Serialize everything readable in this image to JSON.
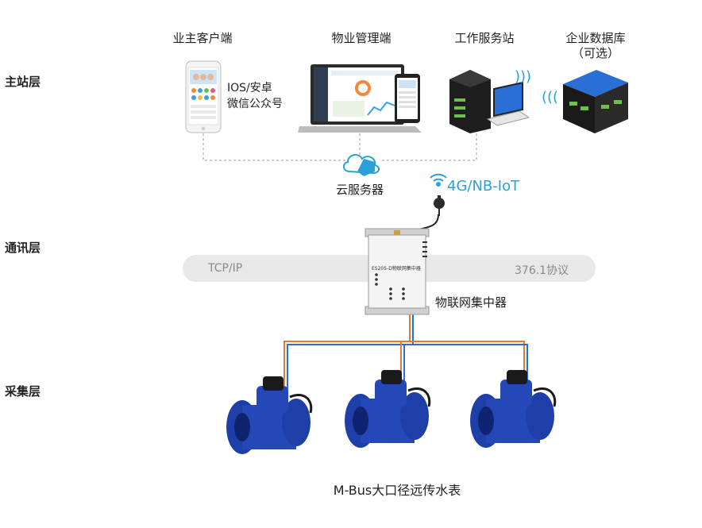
{
  "layers": {
    "master": "主站层",
    "comm": "通讯层",
    "collect": "采集层"
  },
  "devices": {
    "owner": "业主客户端",
    "property": "物业管理端",
    "workstation": "工作服务站",
    "database": "企业数据库",
    "database_note": "（可选）",
    "mobile_note_1": "IOS/安卓",
    "mobile_note_2": "微信公众号",
    "cloud": "云服务器",
    "network": "4G/NB-IoT",
    "concentrator": "物联网集中器",
    "concentrator_model": "ES205-D物联网集中器",
    "meters": "M-Bus大口径远传水表"
  },
  "protocols": {
    "left": "TCP/IP",
    "right": "376.1协议"
  },
  "colors": {
    "accent": "#2aa0d8",
    "meter_blue": "#1f3fa8",
    "wire_orange": "#e07a3a",
    "wire_blue": "#2a6fd6"
  }
}
